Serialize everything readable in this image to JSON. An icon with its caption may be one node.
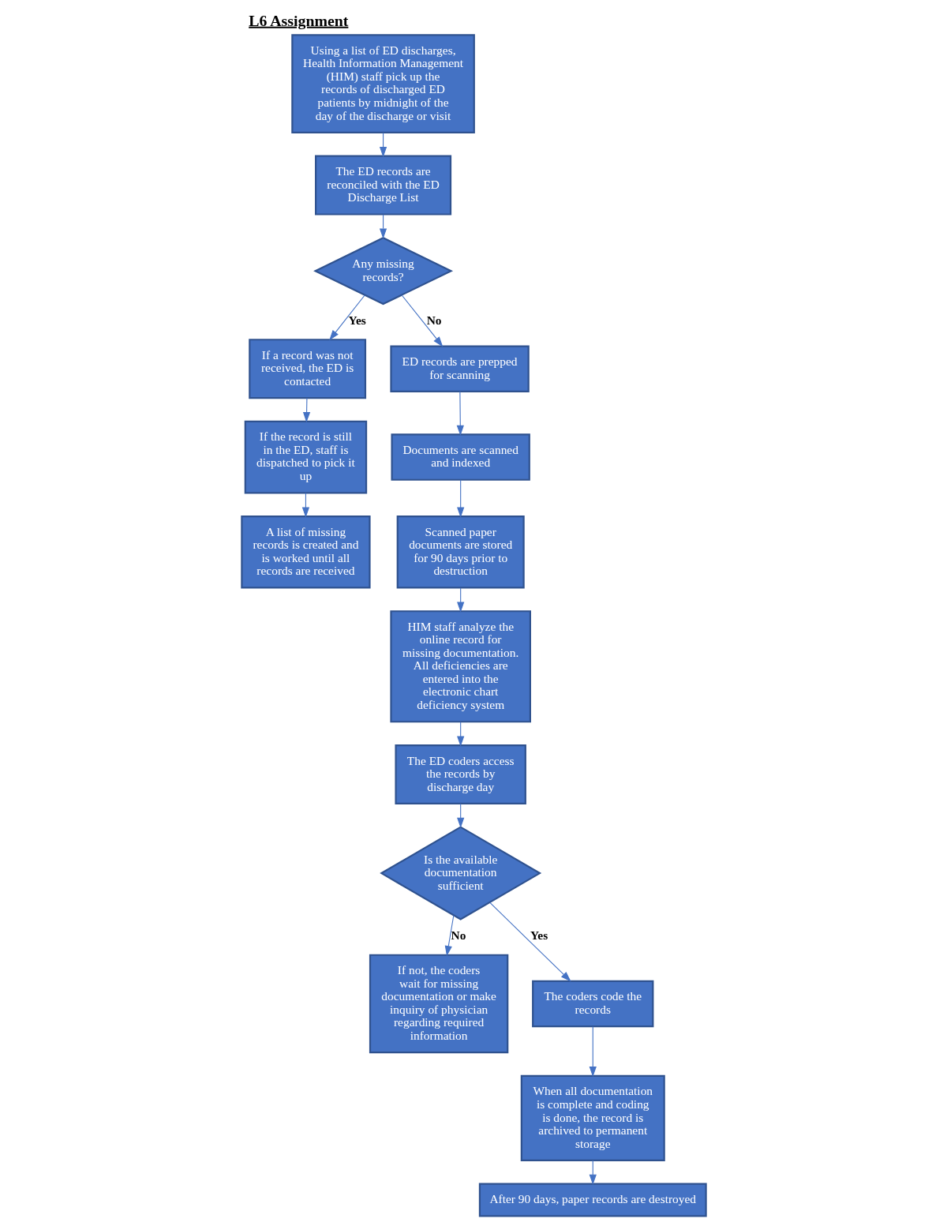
{
  "diagram": {
    "title": "L6 Assignment",
    "nodes": [
      {
        "text": [
          "Using a list of ED discharges, Health Information Management (HIM) staff pick up the records of discharged ED patients by midnight of the day of the discharge or visit"
        ]
      },
      {
        "text": [
          "The ED records are reconciled with the ED Discharge List"
        ]
      },
      {
        "text": [
          "Any missing records?"
        ]
      },
      {
        "text": [
          "If a record was not received, the ED is contacted"
        ]
      },
      {
        "text": [
          "ED records are prepped for scanning"
        ]
      },
      {
        "text": [
          "Documents are scanned and indexed"
        ]
      },
      {
        "text": [
          "Scanned paper documents are stored for 90 days prior to destruction"
        ]
      },
      {
        "text": [
          "If the record is still in the ED, staff is dispatched to pick it up"
        ]
      },
      {
        "text": [
          "HIM staff analyze the online record for missing documentation. All deficiencies are entered into the electronic chart deficiency system"
        ]
      },
      {
        "text": [
          "The ED coders access the records by discharge day"
        ]
      },
      {
        "text": [
          "Is the available documentation sufficient"
        ]
      },
      {
        "text": [
          "A list of missing records is created and is worked until all records are received"
        ]
      },
      {
        "text": [
          "If not, the coders wait for missing documentation or make inquiry of physician regarding required information"
        ]
      },
      {
        "text": [
          "The coders code the records"
        ]
      },
      {
        "text": [
          "When all documentation is complete and coding is done, the record is archived to permanent storage"
        ]
      },
      {
        "text": [
          "After 90 days, paper records are destroyed"
        ]
      }
    ],
    "edges": [
      {
        "from": 0,
        "to": 1,
        "arrow": "to"
      },
      {
        "from": 1,
        "to": 2,
        "arrow": "to"
      },
      {
        "from": 2,
        "to": 3,
        "arrow": "to",
        "label": "Yes"
      },
      {
        "from": 2,
        "to": 4,
        "arrow": "to",
        "label": "No"
      },
      {
        "from": 4,
        "to": 5,
        "arrow": "to"
      },
      {
        "from": 5,
        "to": 6,
        "arrow": "to"
      },
      {
        "from": 6,
        "to": 8,
        "arrow": "to"
      },
      {
        "from": 3,
        "to": 7,
        "arrow": "to"
      },
      {
        "from": 8,
        "to": 9,
        "arrow": "to"
      },
      {
        "from": 7,
        "to": 11,
        "arrow": "to"
      },
      {
        "from": 9,
        "to": 10,
        "arrow": "to"
      },
      {
        "from": 10,
        "to": 12,
        "arrow": "to",
        "label": "No"
      },
      {
        "from": 10,
        "to": 13,
        "arrow": "to",
        "label": "Yes"
      },
      {
        "from": 13,
        "to": 14,
        "arrow": "to"
      },
      {
        "from": 14,
        "to": 15,
        "arrow": "to"
      }
    ]
  }
}
